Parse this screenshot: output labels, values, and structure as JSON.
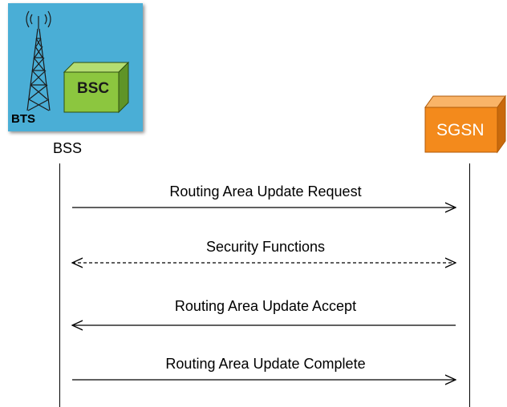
{
  "nodes": {
    "bss": {
      "label": "BSS",
      "bts_label": "BTS",
      "bsc_label": "BSC"
    },
    "sgsn": {
      "label": "SGSN"
    }
  },
  "messages": [
    {
      "label": "Routing Area Update Request",
      "direction": "right",
      "style": "solid"
    },
    {
      "label": "Security Functions",
      "direction": "both",
      "style": "dashed"
    },
    {
      "label": "Routing Area Update Accept",
      "direction": "left",
      "style": "solid"
    },
    {
      "label": "Routing Area Update Complete",
      "direction": "right",
      "style": "solid"
    }
  ],
  "colors": {
    "bss_tile": "#4aaed6",
    "bsc_box_front": "#8cc63f",
    "bsc_box_top": "#b5dd72",
    "bsc_box_side": "#5f9427",
    "sgsn_front": "#f38a1c",
    "sgsn_top": "#f9b468",
    "sgsn_side": "#c96a0c"
  },
  "icons": {
    "tower": "radio-tower-icon",
    "bsc": "bsc-box-icon",
    "sgsn": "sgsn-box-icon"
  }
}
